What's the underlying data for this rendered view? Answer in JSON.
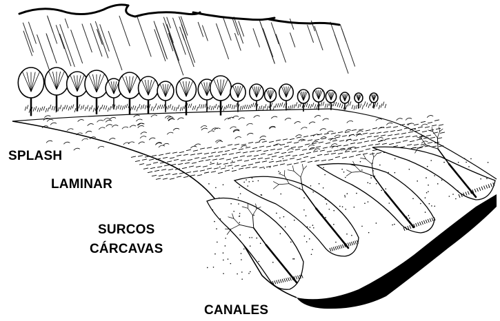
{
  "labels": {
    "splash": "SPLASH",
    "laminar": "LAMINAR",
    "surcos": "SURCOS",
    "carcavas": "CÁRCAVAS",
    "canales": "CANALES"
  },
  "colors": {
    "ink": "#000000",
    "paper": "#ffffff"
  },
  "icons": [
    "rain-cloud",
    "tree-row",
    "hillside-slope",
    "rill",
    "gully",
    "channel"
  ]
}
